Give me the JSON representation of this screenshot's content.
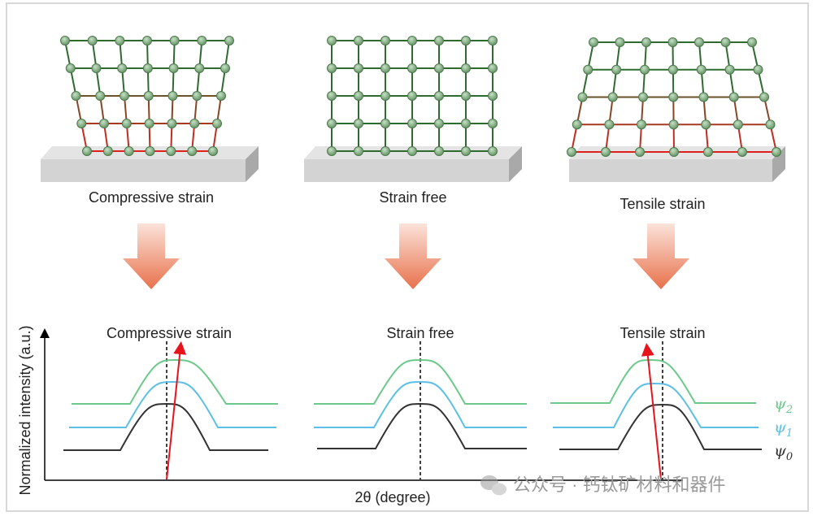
{
  "panels": [
    {
      "id": "compressive",
      "lattice_label": "Compressive strain",
      "plot_title": "Compressive strain"
    },
    {
      "id": "free",
      "lattice_label": "Strain free",
      "plot_title": "Strain free"
    },
    {
      "id": "tensile",
      "lattice_label": "Tensile strain",
      "plot_title": "Tensile strain"
    }
  ],
  "axes": {
    "ylabel": "Normalized intensity (a.u.)",
    "xlabel": "2θ (degree)"
  },
  "legend": [
    {
      "label": "ψ",
      "sub": "2",
      "color": "#6cc98a"
    },
    {
      "label": "ψ",
      "sub": "1",
      "color": "#5bbfe6"
    },
    {
      "label": "ψ",
      "sub": "0",
      "color": "#333333"
    }
  ],
  "colors": {
    "lattice_green": "#2f6b2f",
    "lattice_red": "#e0201c",
    "node": "#7fae7f",
    "arrow": "#e8714b",
    "shift_arrow": "#e8141c",
    "border": "#d8d8d8"
  },
  "watermark": "公众号 · 钙钛矿材料和器件"
}
